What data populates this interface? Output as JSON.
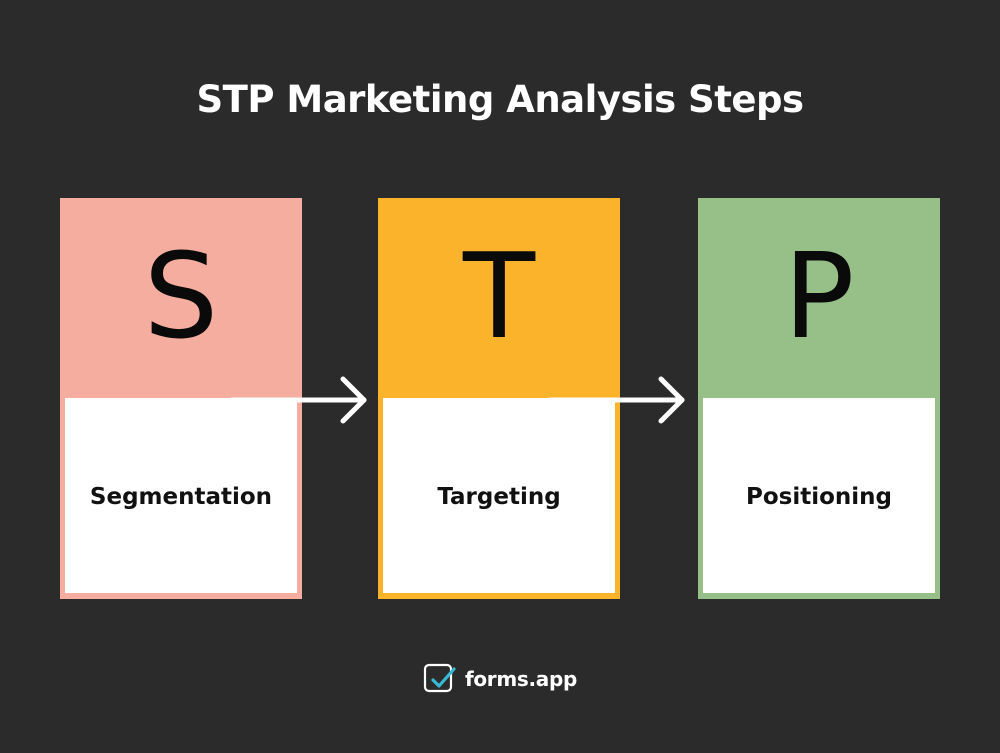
{
  "title": "STP Marketing Analysis Steps",
  "steps": [
    {
      "letter": "S",
      "label": "Segmentation",
      "color": "#f5ad9f"
    },
    {
      "letter": "T",
      "label": "Targeting",
      "color": "#fbb32b"
    },
    {
      "letter": "P",
      "label": "Positioning",
      "color": "#97c088"
    }
  ],
  "footer": {
    "brand": "forms.app",
    "logo_icon": "forms-app-logo-icon"
  }
}
